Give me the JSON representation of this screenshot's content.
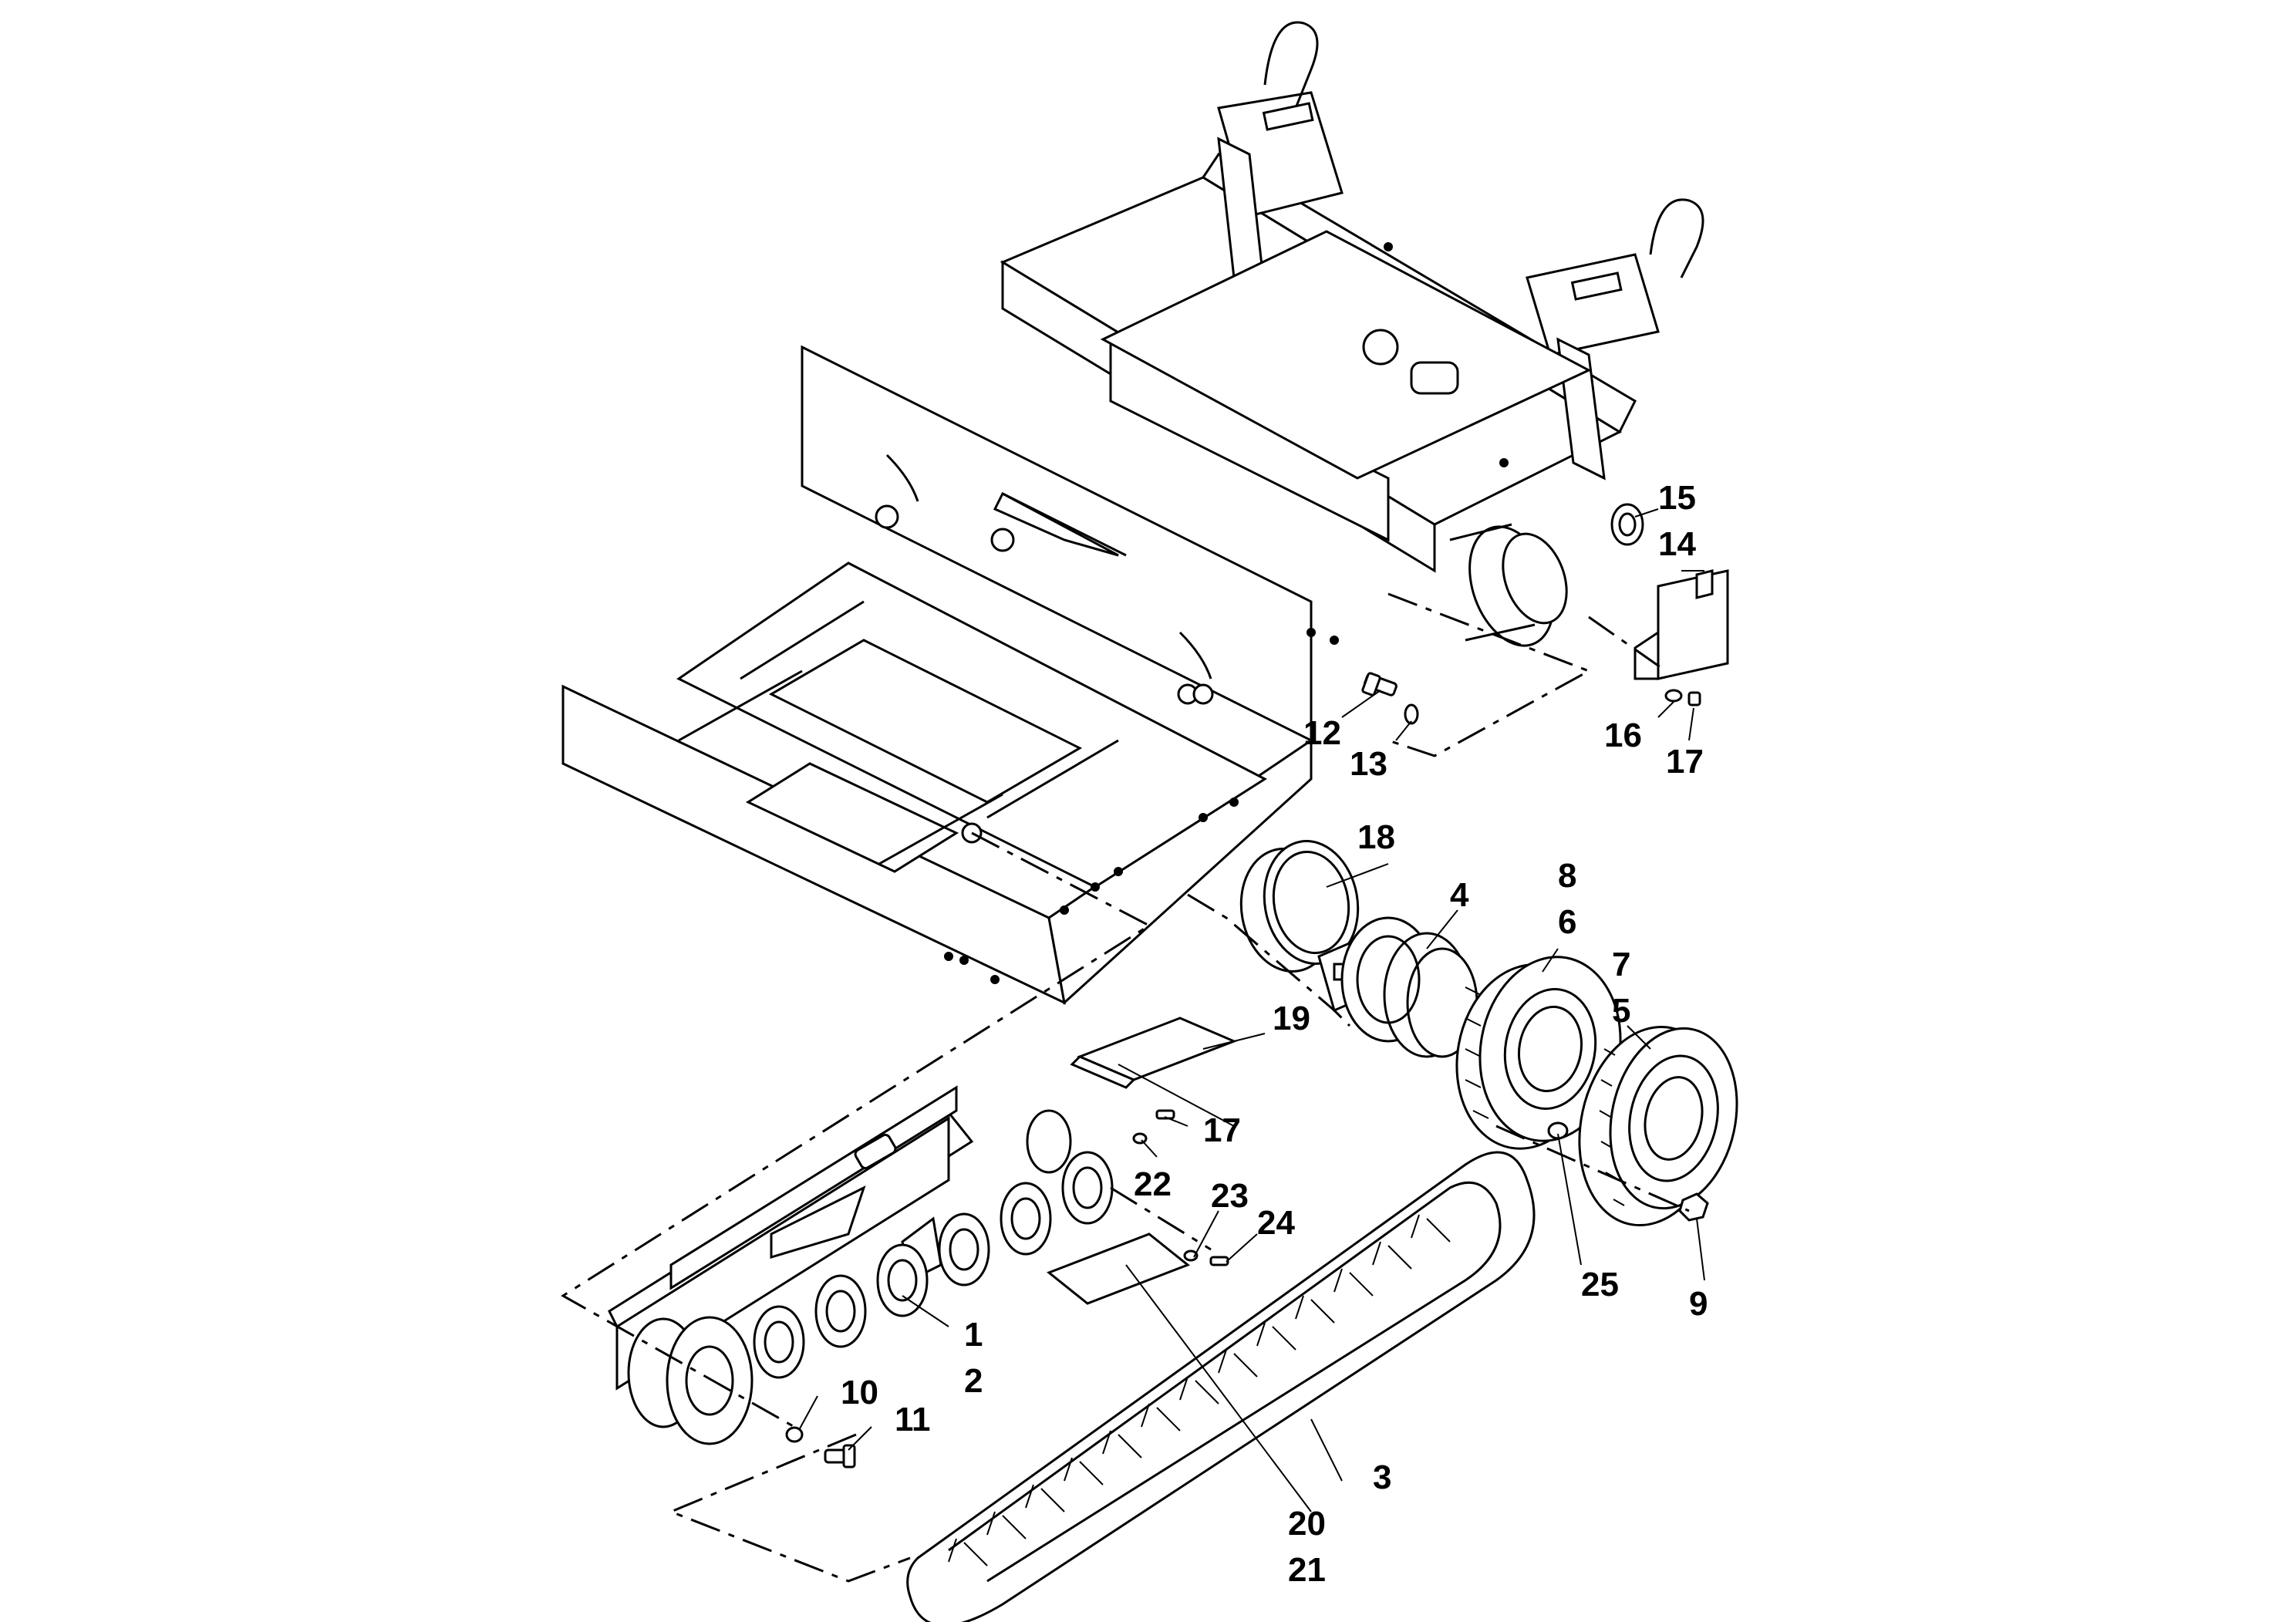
{
  "callouts": {
    "c1": "1",
    "c2": "2",
    "c3": "3",
    "c4": "4",
    "c5": "5",
    "c6": "6",
    "c7": "7",
    "c8": "8",
    "c9": "9",
    "c10": "10",
    "c11": "11",
    "c12": "12",
    "c13": "13",
    "c14": "14",
    "c15": "15",
    "c16": "16",
    "c17a": "17",
    "c17b": "17",
    "c18": "18",
    "c19": "19",
    "c20": "20",
    "c21": "21",
    "c22": "22",
    "c23": "23",
    "c24": "24",
    "c25": "25"
  }
}
